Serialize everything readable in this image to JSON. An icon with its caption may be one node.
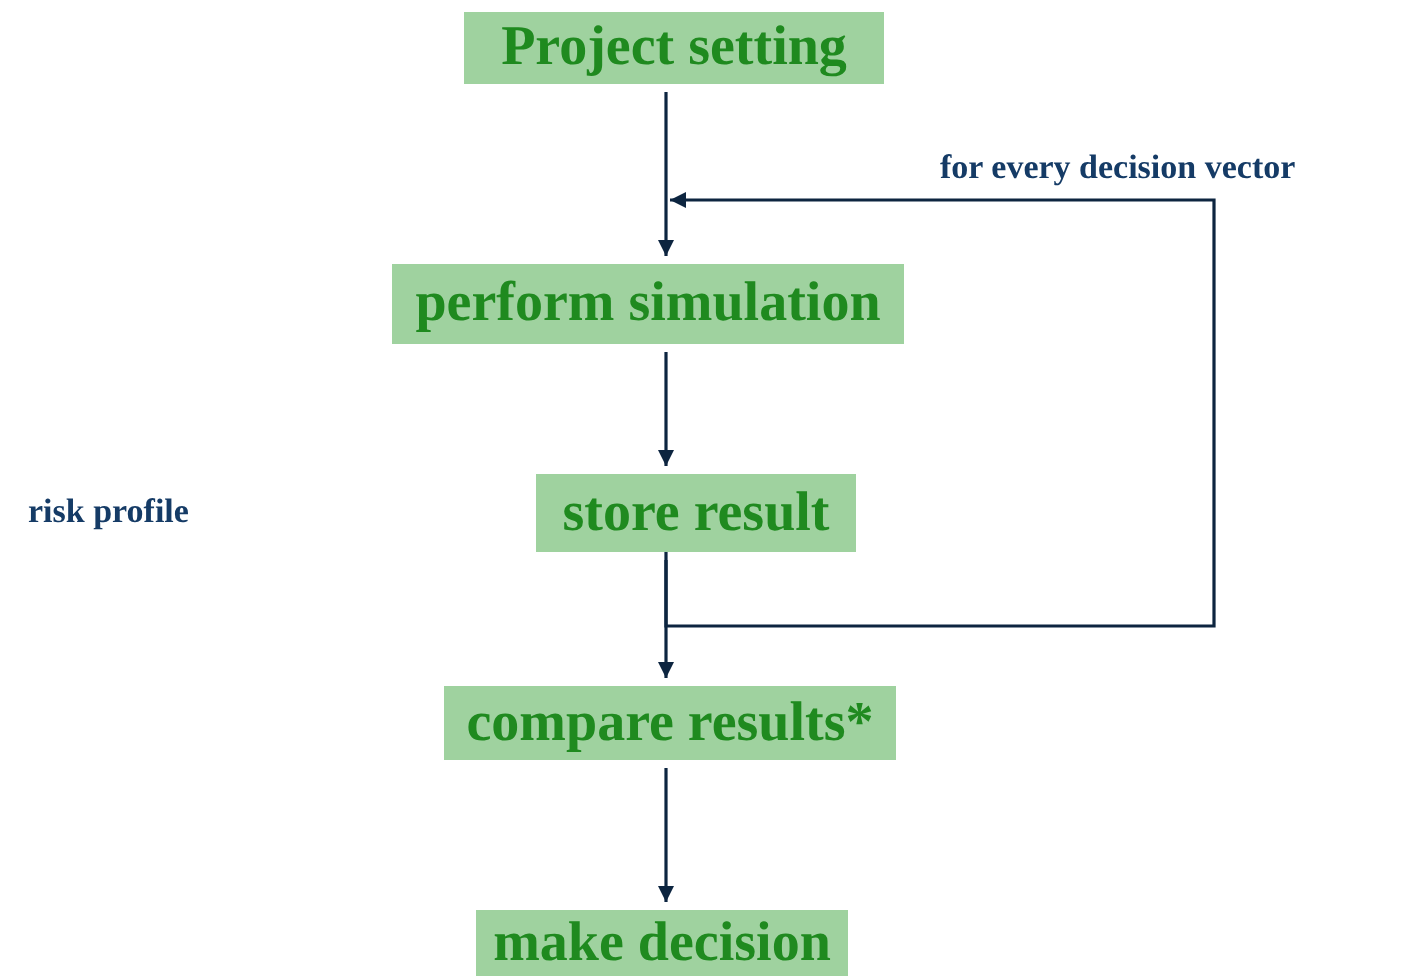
{
  "diagram": {
    "nodes": [
      {
        "text": [
          "Project setting"
        ]
      },
      {
        "text": [
          "perform simulation"
        ]
      },
      {
        "text": [
          "store result"
        ]
      },
      {
        "text": [
          "compare results*"
        ]
      },
      {
        "text": [
          "make decision"
        ]
      }
    ],
    "edges": [
      {
        "from": 0,
        "to": 1,
        "arrow": "to"
      },
      {
        "from": 1,
        "to": 2,
        "arrow": "to"
      },
      {
        "from": 2,
        "to": 3,
        "arrow": "to"
      },
      {
        "from": 3,
        "to": 4,
        "arrow": "to"
      },
      {
        "from": 2,
        "to": 1,
        "arrow": "to",
        "label": "for every decision vector"
      }
    ],
    "labels": [
      "risk profile"
    ]
  }
}
